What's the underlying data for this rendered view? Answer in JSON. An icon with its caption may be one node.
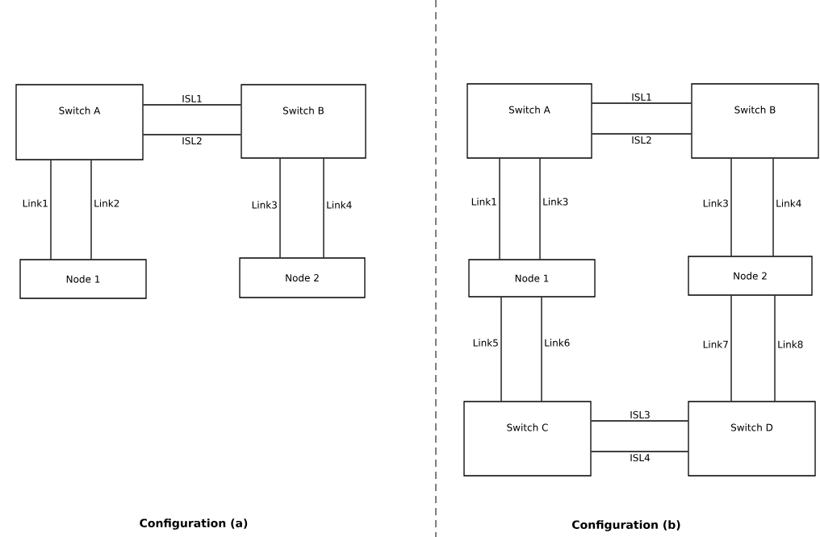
{
  "diagram": {
    "nodes": [
      {
        "text": [
          "Switch A"
        ]
      },
      {
        "text": [
          "Switch B"
        ]
      },
      {
        "text": [
          "Node 1"
        ]
      },
      {
        "text": [
          "Node 2"
        ]
      },
      {
        "text": [
          "Switch A"
        ]
      },
      {
        "text": [
          "Switch B"
        ]
      },
      {
        "text": [
          "Node 1"
        ]
      },
      {
        "text": [
          "Node 2"
        ]
      },
      {
        "text": [
          "Switch C"
        ]
      },
      {
        "text": [
          "Switch D"
        ]
      }
    ],
    "edges": [
      {
        "from": 0,
        "to": 1,
        "arrow": "none",
        "label": "ISL1"
      },
      {
        "from": 0,
        "to": 1,
        "arrow": "none",
        "label": "ISL2"
      },
      {
        "from": 0,
        "to": 2,
        "arrow": "none",
        "label": "Link1"
      },
      {
        "from": 0,
        "to": 2,
        "arrow": "none",
        "label": "Link2"
      },
      {
        "from": 1,
        "to": 3,
        "arrow": "none",
        "label": "Link3"
      },
      {
        "from": 1,
        "to": 3,
        "arrow": "none",
        "label": "Link4"
      },
      {
        "from": 4,
        "to": 5,
        "arrow": "none",
        "label": "ISL1"
      },
      {
        "from": 4,
        "to": 5,
        "arrow": "none",
        "label": "ISL2"
      },
      {
        "from": 4,
        "to": 6,
        "arrow": "none",
        "label": "Link1"
      },
      {
        "from": 4,
        "to": 6,
        "arrow": "none",
        "label": "Link3"
      },
      {
        "from": 5,
        "to": 7,
        "arrow": "none",
        "label": "Link3"
      },
      {
        "from": 5,
        "to": 7,
        "arrow": "none",
        "label": "Link4"
      },
      {
        "from": 6,
        "to": 8,
        "arrow": "none",
        "label": "Link5"
      },
      {
        "from": 6,
        "to": 8,
        "arrow": "none",
        "label": "Link6"
      },
      {
        "from": 7,
        "to": 9,
        "arrow": "none",
        "label": "Link7"
      },
      {
        "from": 7,
        "to": 9,
        "arrow": "none",
        "label": "Link8"
      },
      {
        "from": 8,
        "to": 9,
        "arrow": "none",
        "label": "ISL3"
      },
      {
        "from": 8,
        "to": 9,
        "arrow": "none",
        "label": "ISL4"
      }
    ],
    "labels": [
      "Configuration (a)",
      "Configuration (b)"
    ]
  }
}
